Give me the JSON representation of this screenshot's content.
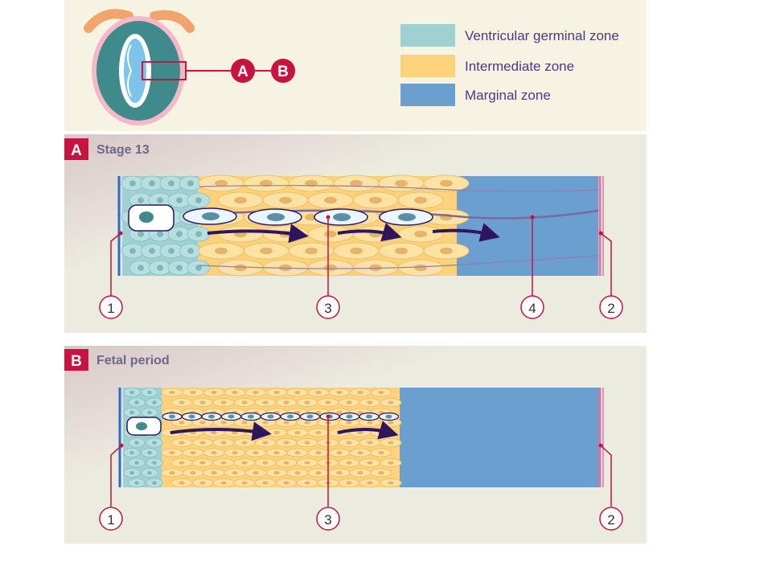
{
  "legend": {
    "items": [
      {
        "label": "Ventricular germinal zone",
        "color": "#9fd1d3"
      },
      {
        "label": "Intermediate zone",
        "color": "#fdd27a"
      },
      {
        "label": "Marginal zone",
        "color": "#6a9fd0"
      }
    ]
  },
  "overview": {
    "marker_a": "A",
    "marker_b": "B"
  },
  "panels": [
    {
      "letter": "A",
      "title": "Stage 13",
      "callouts": [
        "1",
        "3",
        "4",
        "2"
      ]
    },
    {
      "letter": "B",
      "title": "Fetal period",
      "callouts": [
        "1",
        "3",
        "2"
      ]
    }
  ],
  "colors": {
    "background_top": "#f6f3e2",
    "panel_bg": "#ecebdf",
    "ventricular": "#9fd1d3",
    "intermediate": "#fdd27a",
    "marginal": "#6a9fd0",
    "accent_red": "#c8123f",
    "arrow": "#2e1560",
    "text_purple": "#4a3a86",
    "title_gray": "#6b6a8c"
  }
}
